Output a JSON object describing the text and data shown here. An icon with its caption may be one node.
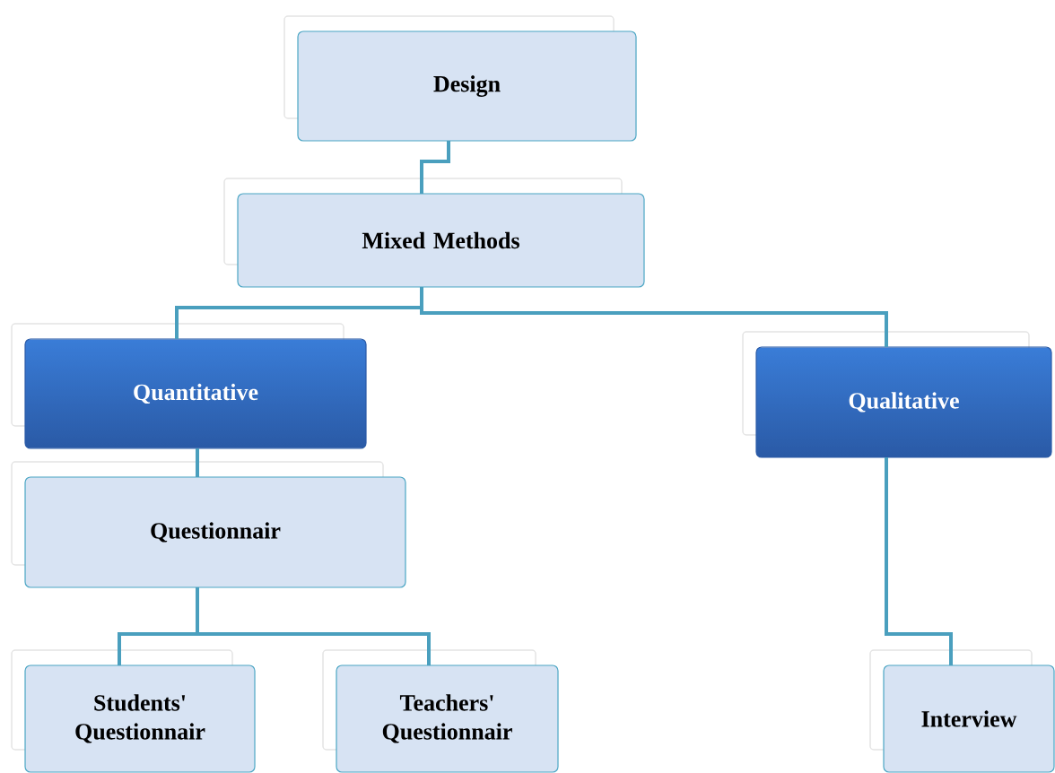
{
  "diagram": {
    "nodes": [
      {
        "text": [
          "Design"
        ]
      },
      {
        "text": [
          "Mixed Methods"
        ]
      },
      {
        "text": [
          "Quantitative"
        ]
      },
      {
        "text": [
          "Qualitative"
        ]
      },
      {
        "text": [
          "Questionnair"
        ]
      },
      {
        "text": [
          "Students' Questionnair"
        ]
      },
      {
        "text": [
          "Teachers' Questionnair"
        ]
      },
      {
        "text": [
          "Interview"
        ]
      }
    ],
    "edges": [
      {
        "from": 0,
        "to": 1,
        "arrow": "none"
      },
      {
        "from": 1,
        "to": 2,
        "arrow": "none"
      },
      {
        "from": 1,
        "to": 3,
        "arrow": "none"
      },
      {
        "from": 2,
        "to": 4,
        "arrow": "none"
      },
      {
        "from": 4,
        "to": 5,
        "arrow": "none"
      },
      {
        "from": 4,
        "to": 6,
        "arrow": "none"
      },
      {
        "from": 3,
        "to": 7,
        "arrow": "none"
      }
    ]
  }
}
